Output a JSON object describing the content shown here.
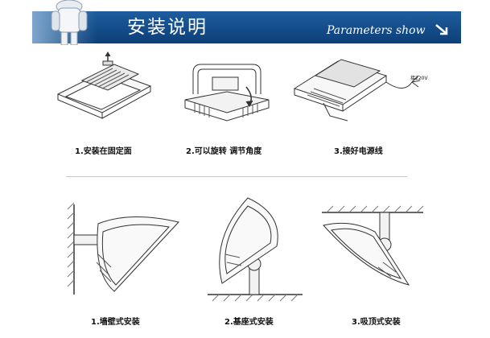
{
  "banner": {
    "title": "安装说明",
    "subtitle": "Parameters show",
    "arrow_icon": "arrow-down-right-icon",
    "color_top": "#1e5d9e",
    "color_bottom": "#0c3f78"
  },
  "steps": [
    {
      "label": "1.安装在固定面",
      "icon": "fixed-surface-mount-illustration"
    },
    {
      "label": "2.可以旋转 调节角度",
      "icon": "rotate-adjust-illustration"
    },
    {
      "label": "3.接好电源线",
      "icon": "connect-power-illustration"
    }
  ],
  "mounting": [
    {
      "label": "1.墙壁式安装",
      "icon": "wall-mount-illustration"
    },
    {
      "label": "2.基座式安装",
      "icon": "base-mount-illustration"
    },
    {
      "label": "3.吸顶式安装",
      "icon": "ceiling-mount-illustration"
    }
  ],
  "wire_label": "接220V"
}
